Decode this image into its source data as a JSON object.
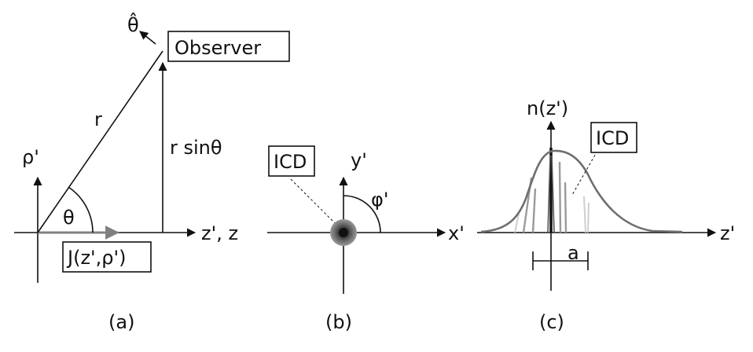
{
  "panel_a": {
    "observer": "Observer",
    "theta_hat": "θ̂",
    "r": "r",
    "r_sin": "r sinθ",
    "rho_axis": "ρ'",
    "theta": "θ",
    "z_axis": "z', z",
    "current": "J(z',ρ')",
    "caption": "(a)"
  },
  "panel_b": {
    "icd": "ICD",
    "y_axis": "y'",
    "phi": "φ'",
    "x_axis": "x'",
    "caption": "(b)"
  },
  "panel_c": {
    "n_axis": "n(z')",
    "icd": "ICD",
    "z_axis": "z'",
    "a": "a",
    "caption": "(c)"
  },
  "colors": {
    "line": "#111111",
    "arrow_gray": "#808080",
    "curve": "#6e6e6e",
    "spike_gray": "#9a9a9a",
    "spike_light": "#cfcfcf"
  }
}
